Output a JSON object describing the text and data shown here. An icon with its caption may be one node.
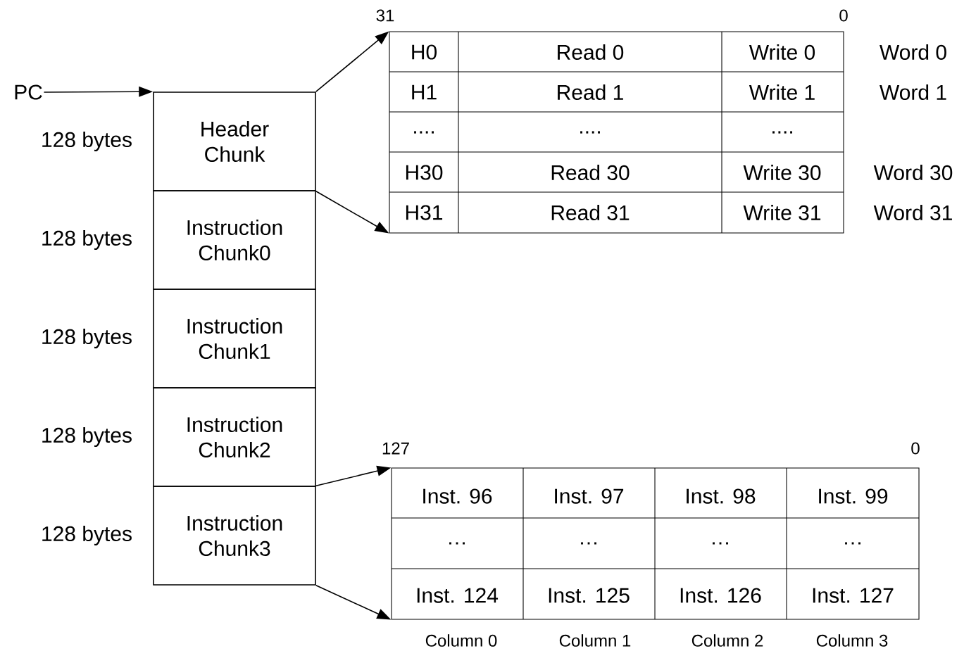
{
  "diagram": {
    "nodes": [
      {
        "text": [
          "PC"
        ]
      },
      {
        "text": [
          "Header Chunk"
        ],
        "beside": [
          "128 bytes"
        ]
      },
      {
        "text": [
          "Instruction Chunk0"
        ],
        "beside": [
          "128 bytes"
        ]
      },
      {
        "text": [
          "Instruction Chunk1"
        ],
        "beside": [
          "128 bytes"
        ]
      },
      {
        "text": [
          "Instruction Chunk2"
        ],
        "beside": [
          "128 bytes"
        ]
      },
      {
        "text": [
          "Instruction Chunk3"
        ],
        "beside": [
          "128 bytes"
        ]
      },
      {
        "text": [],
        "shape": "box"
      },
      {
        "text": [],
        "shape": "box"
      }
    ],
    "edges": [
      {
        "from": 0,
        "to": 1,
        "arrow": "to"
      },
      {
        "from": 1,
        "to": 6,
        "arrow": "to"
      },
      {
        "from": 1,
        "to": 6,
        "arrow": "to"
      },
      {
        "from": 5,
        "to": 7,
        "arrow": "to"
      },
      {
        "from": 5,
        "to": 7,
        "arrow": "to"
      }
    ],
    "labels": [
      "31",
      "0",
      "H0",
      "Read 0",
      "Write 0",
      "Word 0",
      "H1",
      "Read 1",
      "Write 1",
      "Word 1",
      "....",
      "....",
      "....",
      "H30",
      "Read 30",
      "Write 30",
      "Word 30",
      "H31",
      "Read 31",
      "Write 31",
      "Word 31",
      "127",
      "0",
      "Inst. 96",
      "Inst. 97",
      "Inst. 98",
      "Inst. 99",
      "…",
      "…",
      "…",
      "…",
      "Inst. 124",
      "Inst. 125",
      "Inst. 126",
      "Inst. 127",
      "Column 0",
      "Column 1",
      "Column 2",
      "Column 3"
    ]
  }
}
